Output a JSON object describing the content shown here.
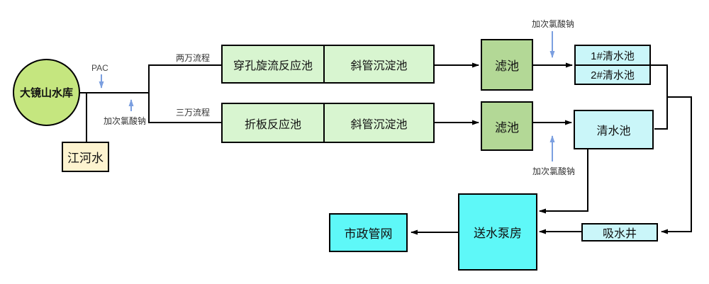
{
  "diagram": {
    "title": "water-treatment-process-flow",
    "nodes": {
      "reservoir": {
        "label": "大镜山水库"
      },
      "river_water": {
        "label": "江河水"
      },
      "perforated_swirl_reaction_tank": {
        "label": "穿孔旋流反应池"
      },
      "inclined_tube_sedimentation_top": {
        "label": "斜管沉淀池"
      },
      "folded_plate_reaction_tank": {
        "label": "折板反应池"
      },
      "inclined_tube_sedimentation_bottom": {
        "label": "斜管沉淀池"
      },
      "filter_top": {
        "label": "滤池"
      },
      "filter_bottom": {
        "label": "滤池"
      },
      "clear_water_tank_1": {
        "label": "1#清水池"
      },
      "clear_water_tank_2": {
        "label": "2#清水池"
      },
      "clear_water_tank": {
        "label": "清水池"
      },
      "pump_station": {
        "label": "送水泵房"
      },
      "municipal_network": {
        "label": "市政管网"
      },
      "suction_well": {
        "label": "吸水井"
      }
    },
    "labels": {
      "pac": "PAC",
      "naocl_left": "加次氯酸钠",
      "flow_20k": "两万流程",
      "flow_30k": "三万流程",
      "naocl_top": "加次氯酸钠",
      "naocl_bottom": "加次氯酸钠"
    },
    "colors": {
      "reservoir_fill": "#c5e67f",
      "river_fill": "#fdf3cf",
      "reaction_fill": "#d8f5d0",
      "filter_fill": "#b3d896",
      "light_cyan_fill": "#caf6f9",
      "bright_cyan_fill": "#5ef8f8",
      "arrow_blue": "#7b9fe0",
      "line_black": "#000000"
    }
  }
}
